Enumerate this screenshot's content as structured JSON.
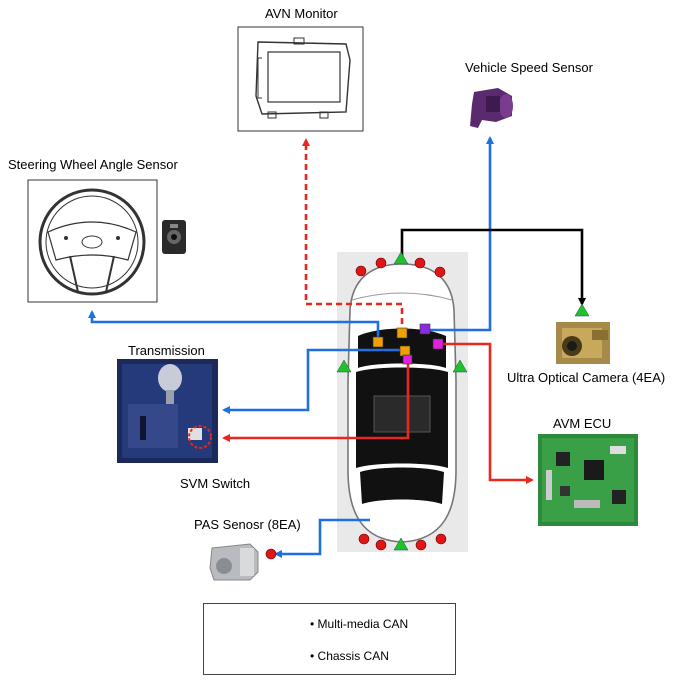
{
  "labels": {
    "avn_monitor": "AVN Monitor",
    "vehicle_speed_sensor": "Vehicle Speed Sensor",
    "steering_wheel_angle_sensor": "Steering Wheel Angle Sensor",
    "transmission": "Transmission",
    "svm_switch": "SVM Switch",
    "ultra_optical_camera": "Ultra Optical Camera (4EA)",
    "avm_ecu": "AVM ECU",
    "pas_sensor": "PAS Senosr (8EA)"
  },
  "legend": {
    "multimedia_can": "• Multi-media CAN",
    "chassis_can": "• Chassis CAN"
  },
  "colors": {
    "multimedia_can": "#e8281e",
    "chassis_can": "#1e6fe0",
    "camera_link": "#000000",
    "camera_marker": "#22c02a",
    "pas_marker": "#e01616",
    "connector_orange": "#f0a000",
    "connector_purple": "#8a2be2",
    "connector_magenta": "#e020e0"
  }
}
